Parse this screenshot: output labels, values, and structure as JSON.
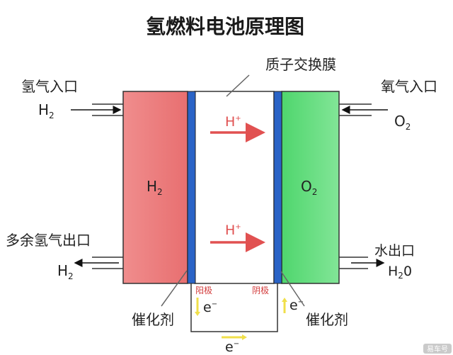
{
  "title": "氢燃料电池原理图",
  "membrane_label": "质子交换膜",
  "h2_inlet_label": "氢气入口",
  "o2_inlet_label": "氧气入口",
  "excess_h2_outlet_label": "多余氢气出口",
  "water_outlet_label": "水出口",
  "h2_symbol": "H",
  "h2_subscript": "2",
  "o2_symbol": "O",
  "o2_subscript": "2",
  "water_symbol": "H",
  "water_subscript": "2",
  "water_suffix": "0",
  "proton_symbol": "H",
  "proton_charge": "+",
  "anode_label": "阳极",
  "cathode_label": "阴极",
  "electron_symbol": "e",
  "electron_charge": "−",
  "catalyst_left": "催化剂",
  "catalyst_right": "催化剂",
  "watermark": "易车号",
  "colors": {
    "anode_chamber": "#ee7f7f",
    "cathode_chamber": "#66dd7f",
    "electrode": "#2a63c6",
    "proton_arrow": "#e15151",
    "electron_arrow": "#f0df4a"
  }
}
